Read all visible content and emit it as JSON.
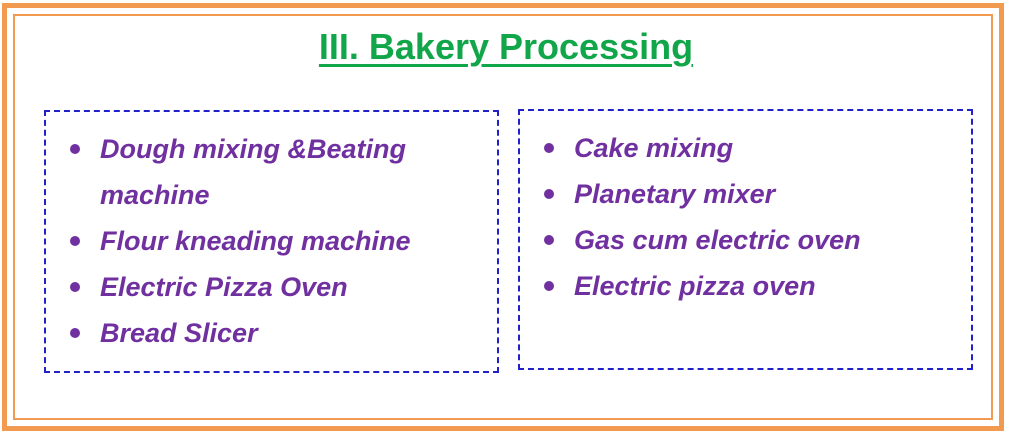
{
  "title": "III. Bakery Processing",
  "colors": {
    "frame": "#f29b50",
    "title": "#12a64a",
    "box_border": "#2121c9",
    "item_text": "#7030a0"
  },
  "left_box": {
    "items": [
      "Dough mixing &Beating machine",
      "Flour kneading machine",
      "Electric Pizza Oven",
      "Bread Slicer"
    ]
  },
  "right_box": {
    "items": [
      "Cake mixing",
      "Planetary mixer",
      "Gas cum electric oven",
      "Electric pizza oven"
    ]
  }
}
